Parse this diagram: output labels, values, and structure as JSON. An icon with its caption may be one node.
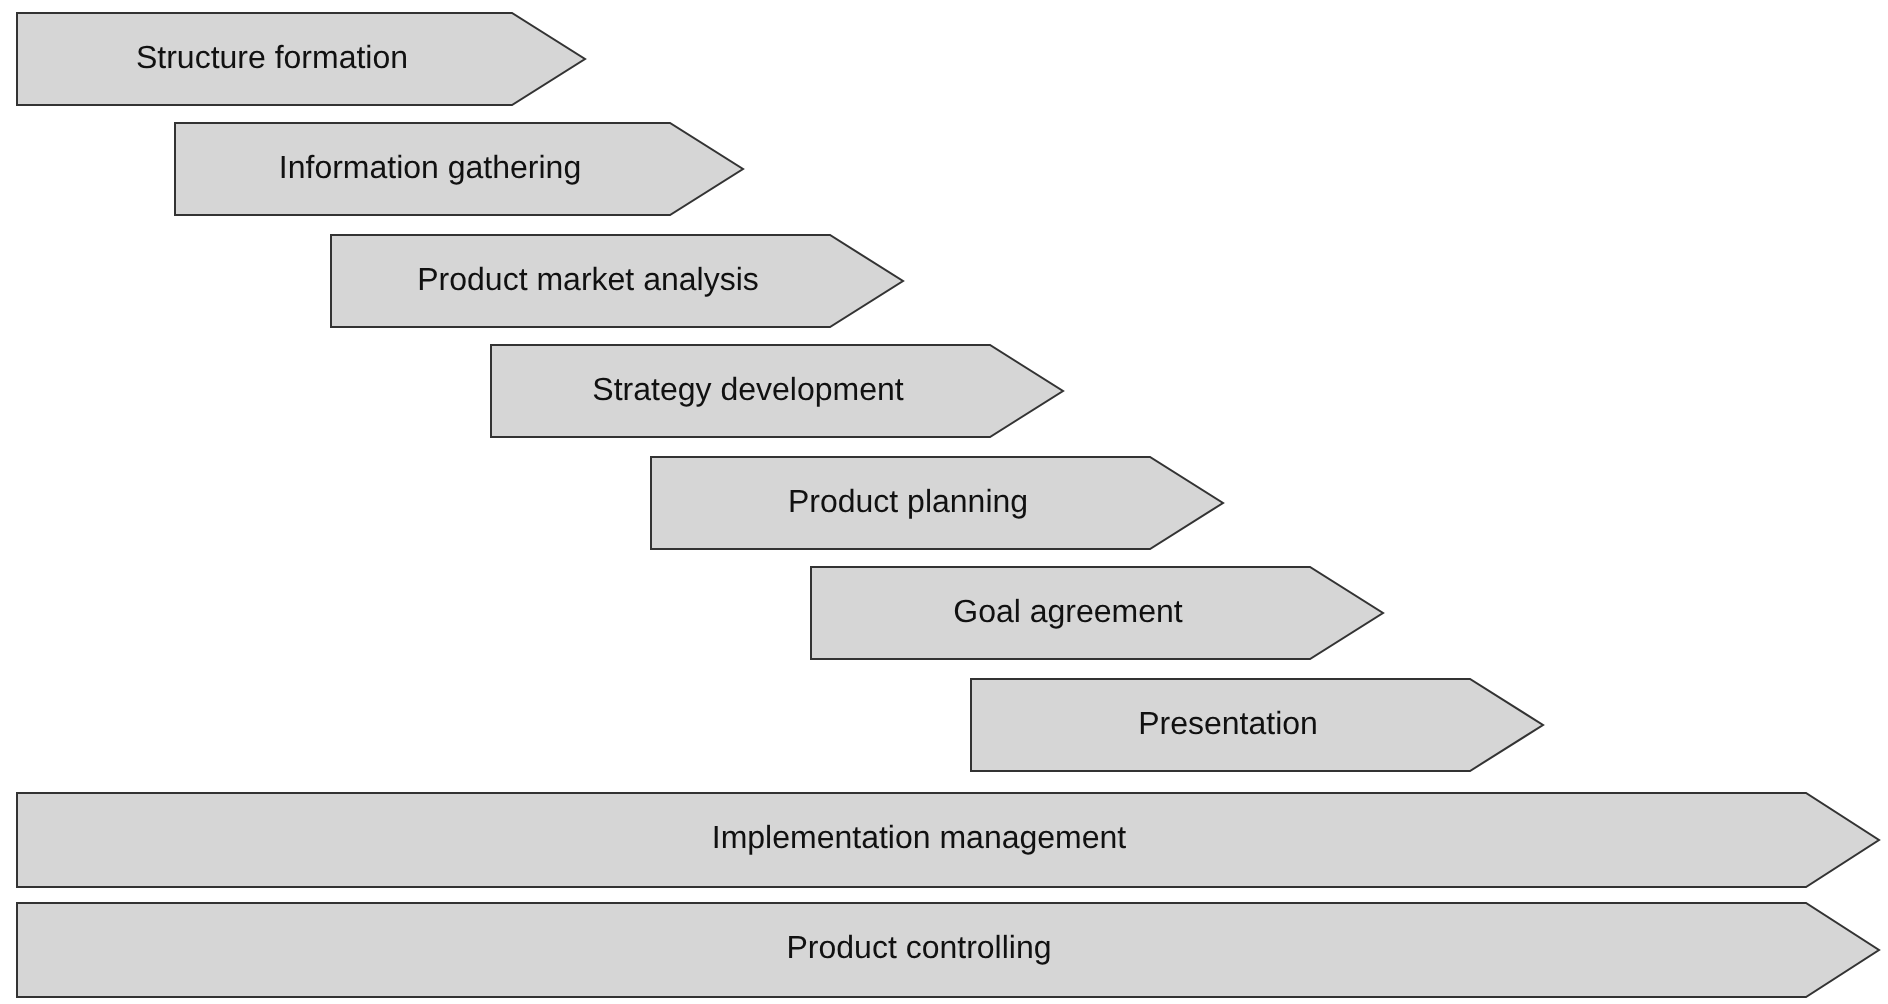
{
  "diagram": {
    "nodes": [
      {
        "text": [
          "Structure formation"
        ]
      },
      {
        "text": [
          "Information gathering"
        ]
      },
      {
        "text": [
          "Product market analysis"
        ]
      },
      {
        "text": [
          "Strategy development"
        ]
      },
      {
        "text": [
          "Product planning"
        ]
      },
      {
        "text": [
          "Goal agreement"
        ]
      },
      {
        "text": [
          "Presentation"
        ]
      },
      {
        "text": [
          "Implementation management"
        ]
      },
      {
        "text": [
          "Product controlling"
        ]
      }
    ]
  }
}
